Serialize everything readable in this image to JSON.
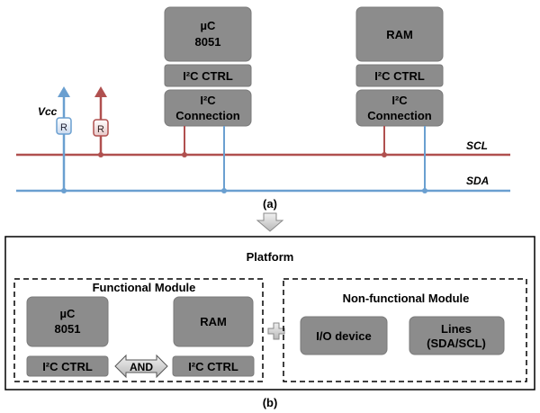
{
  "part_a": {
    "micro": {
      "line1": "µC",
      "line2": "8051",
      "ctrl": "I²C CTRL",
      "conn1": "I²C",
      "conn2": "Connection"
    },
    "ram": {
      "line1": "RAM",
      "ctrl": "I²C CTRL",
      "conn1": "I²C",
      "conn2": "Connection"
    },
    "vcc": "Vcc",
    "resistor": "R",
    "scl": "SCL",
    "sda": "SDA",
    "caption": "(a)"
  },
  "part_b": {
    "platform": "Platform",
    "functional": {
      "title": "Functional Module",
      "micro1": "µC",
      "micro2": "8051",
      "ram": "RAM",
      "ctrl_left": "I²C CTRL",
      "ctrl_right": "I²C CTRL",
      "and": "AND"
    },
    "nonfunctional": {
      "title": "Non-functional Module",
      "io": "I/O device",
      "lines1": "Lines",
      "lines2": "(SDA/SCL)"
    },
    "caption": "(b)"
  },
  "colors": {
    "scl": "#b0504f",
    "sda": "#6a9fd0",
    "block": "#8c8c8c"
  }
}
